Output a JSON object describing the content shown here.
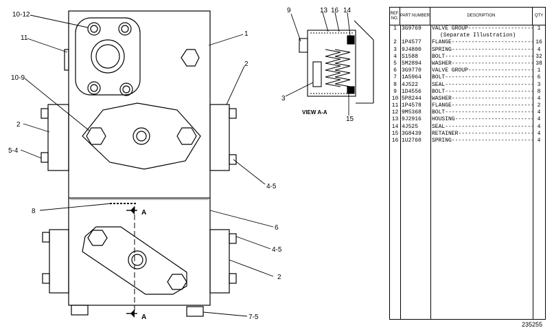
{
  "callouts": {
    "c10_12": "10-12",
    "c11": "11",
    "c10_9": "10-9",
    "c1": "1",
    "c2a": "2",
    "c2b": "2",
    "c2c": "2",
    "c5_4": "5-4",
    "c4_5a": "4-5",
    "c4_5b": "4-5",
    "c8": "8",
    "c6": "6",
    "c7_5": "7-5",
    "a_top": "A",
    "a_bottom": "A"
  },
  "view": {
    "c9": "9",
    "c13": "13",
    "c16": "16",
    "c14": "14",
    "c3": "3",
    "c15": "15",
    "title": "VIEW A-A"
  },
  "parts_list": {
    "headers": {
      "ref": "REF. NO.",
      "part": "PART NUMBER",
      "desc": "DESCRIPTION",
      "qty": "QTY"
    },
    "rows": [
      {
        "ref": "1",
        "part": "3G9769",
        "desc": "VALVE GROUP---------------------",
        "qty": "1",
        "sub": false
      },
      {
        "ref": "",
        "part": "",
        "desc": "(Separate Illustration)",
        "qty": "",
        "sub": true
      },
      {
        "ref": "2",
        "part": "1P4577",
        "desc": "FLANGE--------------------------",
        "qty": "16",
        "sub": false
      },
      {
        "ref": "3",
        "part": "9J4800",
        "desc": "SPRING--------------------------",
        "qty": "4",
        "sub": false
      },
      {
        "ref": "4",
        "part": "S1588",
        "desc": "BOLT----------------------------",
        "qty": "32",
        "sub": false
      },
      {
        "ref": "5",
        "part": "5M2894",
        "desc": "WASHER--------------------------",
        "qty": "38",
        "sub": false
      },
      {
        "ref": "6",
        "part": "3G9770",
        "desc": "VALVE GROUP---------------------",
        "qty": "1",
        "sub": false
      },
      {
        "ref": "7",
        "part": "1A5964",
        "desc": "BOLT----------------------------",
        "qty": "6",
        "sub": false
      },
      {
        "ref": "8",
        "part": "4J522",
        "desc": "SEAL----------------------------",
        "qty": "3",
        "sub": false
      },
      {
        "ref": "9",
        "part": "1D4556",
        "desc": "BOLT----------------------------",
        "qty": "8",
        "sub": false
      },
      {
        "ref": "10",
        "part": "5P8244",
        "desc": "WASHER--------------------------",
        "qty": "4",
        "sub": false
      },
      {
        "ref": "11",
        "part": "1P4578",
        "desc": "FLANGE--------------------------",
        "qty": "2",
        "sub": false
      },
      {
        "ref": "12",
        "part": "9M5368",
        "desc": "BOLT----------------------------",
        "qty": "4",
        "sub": false
      },
      {
        "ref": "13",
        "part": "9J2916",
        "desc": "HOUSING-------------------------",
        "qty": "4",
        "sub": false
      },
      {
        "ref": "14",
        "part": "4J525",
        "desc": "SEAL----------------------------",
        "qty": "4",
        "sub": false
      },
      {
        "ref": "15",
        "part": "3G8439",
        "desc": "RETAINER------------------------",
        "qty": "4",
        "sub": false
      },
      {
        "ref": "16",
        "part": "1U2760",
        "desc": "SPRING--------------------------",
        "qty": "4",
        "sub": false
      }
    ]
  },
  "figure_number": "235255"
}
